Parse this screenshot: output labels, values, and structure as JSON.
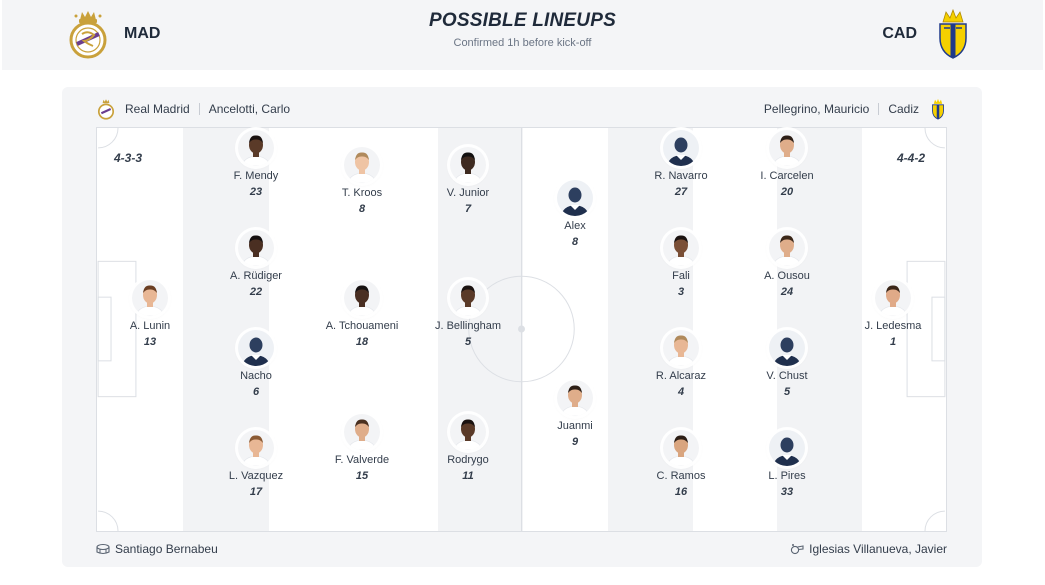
{
  "header": {
    "title": "POSSIBLE LINEUPS",
    "subtitle": "Confirmed 1h before kick-off",
    "home_abbr": "MAD",
    "away_abbr": "CAD"
  },
  "coaches": {
    "home_team": "Real Madrid",
    "home_coach": "Ancelotti, Carlo",
    "away_coach": "Pellegrino, Mauricio",
    "away_team": "Cadiz"
  },
  "formations": {
    "home": "4-3-3",
    "away": "4-4-2"
  },
  "colors": {
    "home_crest_gold": "#c9a13b",
    "away_crest_yellow": "#f5d000",
    "away_crest_blue": "#1f3a8a",
    "pitch_line": "#dcdfe4",
    "stripe": "#f2f3f5"
  },
  "home_players": [
    {
      "name": "A. Lunin",
      "number": "13",
      "skin": "#e8b795",
      "hair": "#6b3f23"
    },
    {
      "name": "F. Mendy",
      "number": "23",
      "skin": "#5a3a28",
      "hair": "#1a1210"
    },
    {
      "name": "A. Rüdiger",
      "number": "22",
      "skin": "#4a2f22",
      "hair": "#151010"
    },
    {
      "name": "Nacho",
      "number": "6",
      "silhouette": true
    },
    {
      "name": "L. Vazquez",
      "number": "17",
      "skin": "#e8b795",
      "hair": "#8a5a34"
    },
    {
      "name": "T. Kroos",
      "number": "8",
      "skin": "#efc4a4",
      "hair": "#b08a5c"
    },
    {
      "name": "A. Tchouameni",
      "number": "18",
      "skin": "#4a2f22",
      "hair": "#151010"
    },
    {
      "name": "F. Valverde",
      "number": "15",
      "skin": "#dfad8a",
      "hair": "#4a3020"
    },
    {
      "name": "V. Junior",
      "number": "7",
      "skin": "#3e2a20",
      "hair": "#121010"
    },
    {
      "name": "J. Bellingham",
      "number": "5",
      "skin": "#5a3a28",
      "hair": "#1a1210"
    },
    {
      "name": "Rodrygo",
      "number": "11",
      "skin": "#5a3a28",
      "hair": "#1a1210"
    }
  ],
  "away_players": [
    {
      "name": "Alex",
      "number": "8",
      "silhouette": true
    },
    {
      "name": "Juanmi",
      "number": "9",
      "skin": "#dfad8a",
      "hair": "#2c1e16"
    },
    {
      "name": "R. Navarro",
      "number": "27",
      "silhouette": true
    },
    {
      "name": "Fali",
      "number": "3",
      "skin": "#7a4f36",
      "hair": "#1a1210"
    },
    {
      "name": "R. Alcaraz",
      "number": "4",
      "skin": "#e8b795",
      "hair": "#b08a5c"
    },
    {
      "name": "C. Ramos",
      "number": "16",
      "skin": "#d9a57f",
      "hair": "#2c1e16"
    },
    {
      "name": "I. Carcelen",
      "number": "20",
      "skin": "#dfad8a",
      "hair": "#2c1e16"
    },
    {
      "name": "A. Ousou",
      "number": "24",
      "skin": "#dfad8a",
      "hair": "#3a2618"
    },
    {
      "name": "V. Chust",
      "number": "5",
      "silhouette": true
    },
    {
      "name": "L. Pires",
      "number": "33",
      "silhouette": true
    },
    {
      "name": "J. Ledesma",
      "number": "1",
      "skin": "#e0aa88",
      "hair": "#3a2618"
    }
  ],
  "footer": {
    "stadium": "Santiago Bernabeu",
    "referee": "Iglesias Villanueva, Javier"
  }
}
